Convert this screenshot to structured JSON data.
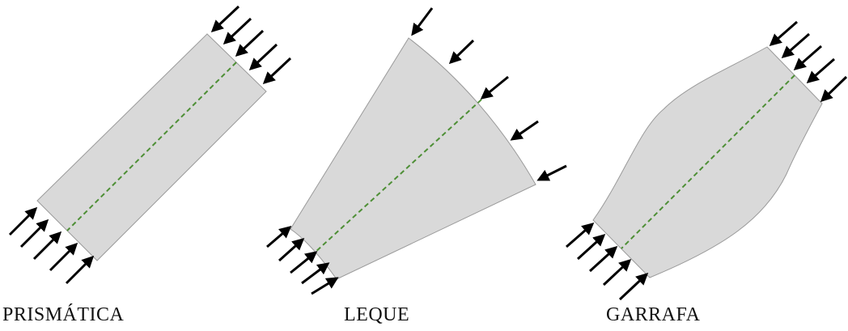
{
  "colors": {
    "fill": "#d9d9d9",
    "outline": "#9a9a9a",
    "centerline": "#4e8f36",
    "arrow": "#000000",
    "text": "#111111"
  },
  "struts": [
    {
      "id": "prismatica",
      "label": "PRISMÁTICA"
    },
    {
      "id": "leque",
      "label": "LEQUE"
    },
    {
      "id": "garrafa",
      "label": "GARRAFA"
    }
  ]
}
